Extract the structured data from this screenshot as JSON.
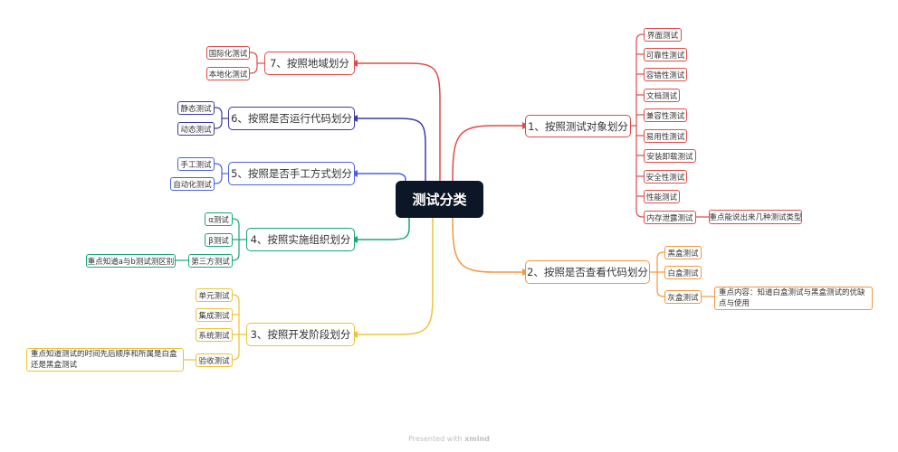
{
  "title": "测试分类",
  "colors": {
    "red": "#e04a47",
    "orange": "#f5963c",
    "yellow": "#eec232",
    "green": "#17a67c",
    "blue": "#4b63d6",
    "navy": "#3d3aa8",
    "root": "#0d1626"
  },
  "branches": {
    "object": {
      "label": "1、按照测试对象划分",
      "items": [
        "界面测试",
        "可靠性测试",
        "容错性测试",
        "文档测试",
        "兼容性测试",
        "易用性测试",
        "安装卸载测试",
        "安全性测试",
        "性能测试",
        "内存泄露测试"
      ],
      "note": "重点能说出来几种测试类型"
    },
    "code_view": {
      "label": "2、按照是否查看代码划分",
      "items": [
        "黑盒测试",
        "白盒测试",
        "灰盒测试"
      ],
      "note": "重点内容：知道白盒测试与黑盒测试的优缺点与使用"
    },
    "stage": {
      "label": "3、按照开发阶段划分",
      "items": [
        "单元测试",
        "集成测试",
        "系统测试",
        "验收测试"
      ],
      "note": "重点知道测试的时间先后顺序和所属是白盒还是黑盒测试"
    },
    "org": {
      "label": "4、按照实施组织划分",
      "items": [
        "α测试",
        "β测试",
        "第三方测试"
      ],
      "note": "重点知道a与b测试测区别"
    },
    "manual": {
      "label": "5、按照是否手工方式划分",
      "items": [
        "手工测试",
        "自动化测试"
      ]
    },
    "run": {
      "label": "6、按照是否运行代码划分",
      "items": [
        "静态测试",
        "动态测试"
      ]
    },
    "region": {
      "label": "7、按照地域划分",
      "items": [
        "国际化测试",
        "本地化测试"
      ]
    }
  },
  "footer": {
    "prefix": "Presented with",
    "brand": "xmind"
  }
}
